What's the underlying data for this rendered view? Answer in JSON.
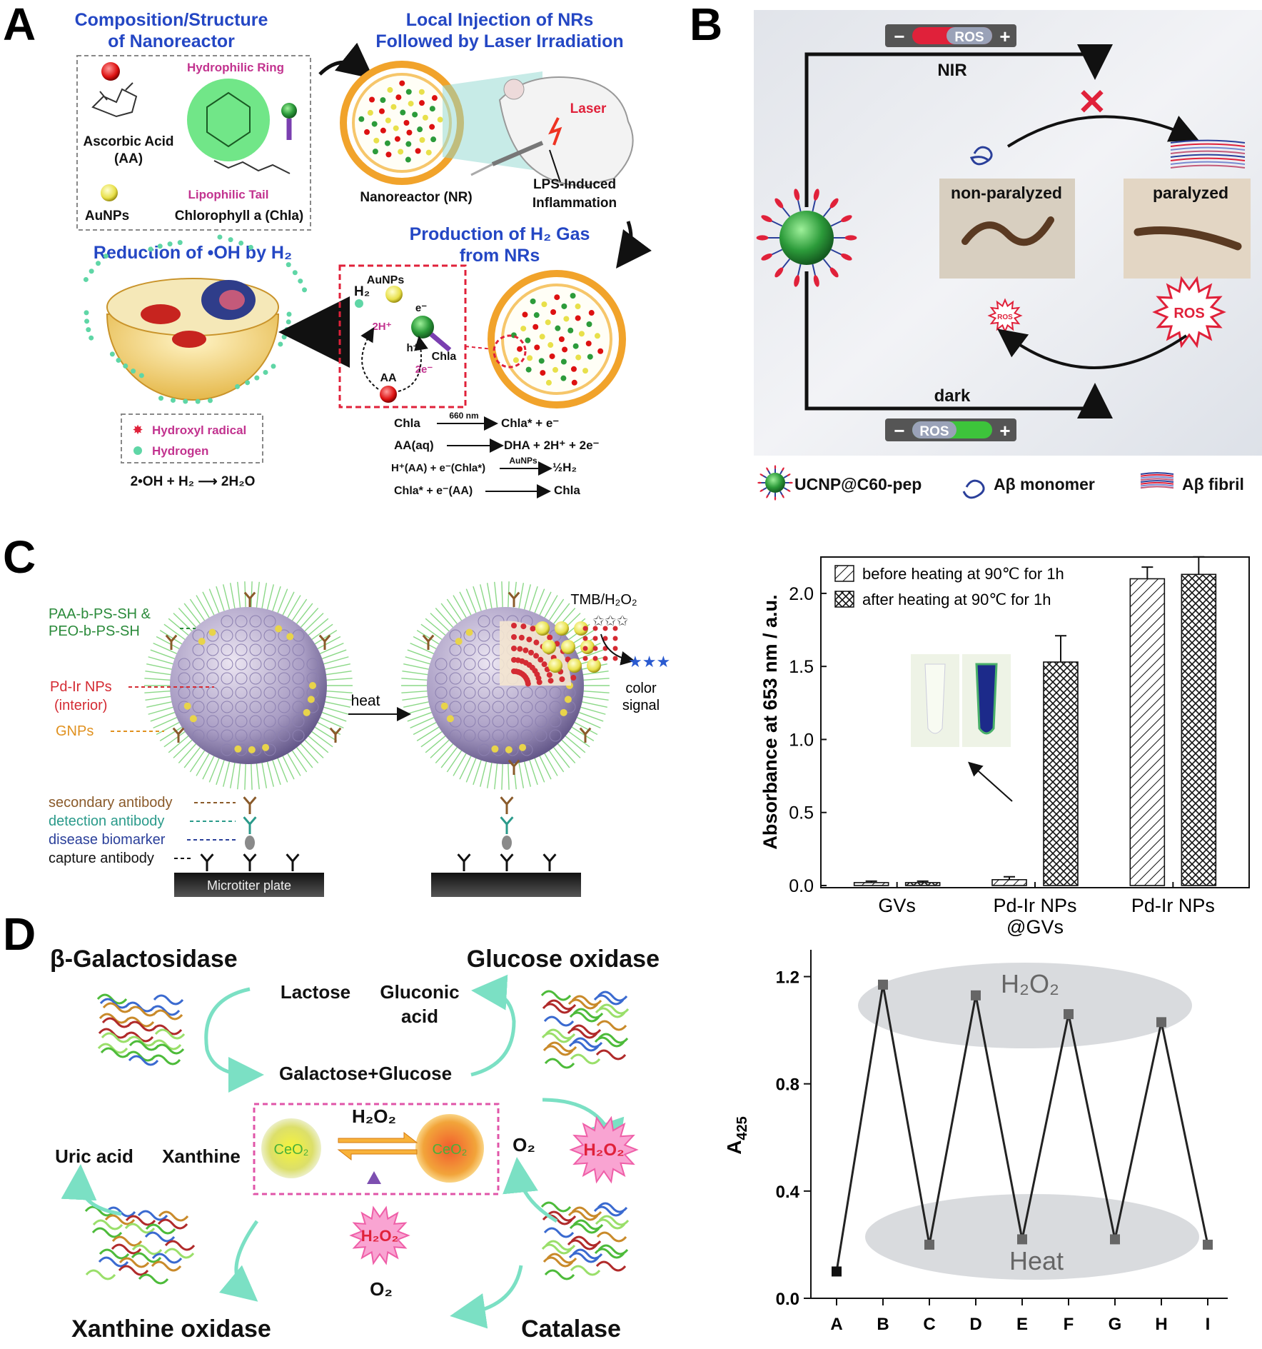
{
  "panel_letters": {
    "a": "A",
    "b": "B",
    "c": "C",
    "d": "D"
  },
  "panelA": {
    "composition_title_1": "Composition/Structure",
    "composition_title_2": "of Nanoreactor",
    "injection_title_1": "Local Injection of NRs",
    "injection_title_2": "Followed by Laser Irradiation",
    "hydrophilic_ring": "Hydrophilic Ring",
    "ascorbic_acid_1": "Ascorbic Acid",
    "ascorbic_acid_2": "(AA)",
    "lipophilic_tail": "Lipophilic Tail",
    "aunps": "AuNPs",
    "chlorophyll": "Chlorophyll a (Chla)",
    "laser": "Laser",
    "nanoreactor": "Nanoreactor (NR)",
    "lps_1": "LPS-Induced",
    "lps_2": "Inflammation",
    "production_1": "Production of H₂ Gas",
    "production_2": "from NRs",
    "reduction": "Reduction of •OH by H₂",
    "inset_aunps": "AuNPs",
    "inset_h2": "H₂",
    "inset_2h": "2H⁺",
    "inset_e": "e⁻",
    "inset_h": "h⁺",
    "inset_chla": "Chla",
    "inset_2e": "2e⁻",
    "inset_aa": "AA",
    "legend_hydroxyl": "Hydroxyl radical",
    "legend_hydrogen": "Hydrogen",
    "eq_oh": "2•OH + H₂ ⟶ 2H₂O",
    "eq1_left": "Chla",
    "eq1_over": "660 nm",
    "eq1_right": "Chla* + e⁻",
    "eq2_left": "AA(aq)",
    "eq2_right": "DHA + 2H⁺ + 2e⁻",
    "eq3_left": "H⁺(AA) + e⁻(Chla*)",
    "eq3_over": "AuNPs",
    "eq3_right": "½H₂",
    "eq4_left": "Chla* + e⁻(AA)",
    "eq4_right": "Chla"
  },
  "panelB": {
    "ros_top": "ROS",
    "ros_bottom": "ROS",
    "minus": "−",
    "plus": "+",
    "nir": "NIR",
    "dark": "dark",
    "non_paralyzed": "non-paralyzed",
    "paralyzed": "paralyzed",
    "ros_burst_big": "ROS",
    "ros_burst_small": "ROS",
    "legend_ucnp": "UCNP@C60-pep",
    "legend_monomer": "Aβ monomer",
    "legend_fibril": "Aβ fibril",
    "colors": {
      "bg": "#e6e9ee",
      "red_bar": "#e0213a",
      "green_bar": "#3dc43b",
      "sphere": "#2c9b3a"
    }
  },
  "panelC": {
    "label_paa_1": "PAA-b-PS-SH &",
    "label_paa_2": "PEO-b-PS-SH",
    "label_pdir_1": "Pd-Ir NPs",
    "label_pdir_2": "(interior)",
    "label_gnps": "GNPs",
    "label_secondary": "secondary antibody",
    "label_detection": "detection antibody",
    "label_biomarker": "disease biomarker",
    "label_capture": "capture antibody",
    "microtiter": "Microtiter plate",
    "heat": "heat",
    "tmb": "TMB/H₂O₂",
    "color_1": "color",
    "color_2": "signal"
  },
  "panelD": {
    "beta_gal": "β-Galactosidase",
    "glucose_ox": "Glucose oxidase",
    "lactose": "Lactose",
    "gluconic_1": "Gluconic",
    "gluconic_2": "acid",
    "galactose": "Galactose+Glucose",
    "h2o2_center": "H₂O₂",
    "ceo2_left": "CeO₂",
    "ceo2_right": "CeO₂",
    "o2_right": "O₂",
    "h2o2_burst_right": "H₂O₂",
    "uric": "Uric acid",
    "xanthine": "Xanthine",
    "h2o2_burst_bottom": "H₂O₂",
    "o2_bottom": "O₂",
    "xanthine_ox": "Xanthine oxidase",
    "catalase": "Catalase"
  },
  "chart_data": [
    {
      "type": "bar",
      "categories": [
        "GVs",
        "Pd-Ir NPs\n@GVs",
        "Pd-Ir NPs"
      ],
      "category_lines": [
        [
          "GVs"
        ],
        [
          "Pd-Ir NPs",
          "@GVs"
        ],
        [
          "Pd-Ir NPs"
        ]
      ],
      "series": [
        {
          "name": "before heating at 90℃ for 1h",
          "values": [
            0.02,
            0.04,
            2.1
          ],
          "errors": [
            0.01,
            0.02,
            0.08
          ]
        },
        {
          "name": "after heating at 90℃ for 1h",
          "values": [
            0.02,
            1.53,
            2.13
          ],
          "errors": [
            0.01,
            0.18,
            0.12
          ]
        }
      ],
      "title": "",
      "xlabel": "",
      "ylabel": "Absorbance at 653 nm / a.u.",
      "ylim": [
        0,
        2.2
      ],
      "yticks": [
        "0.0",
        "0.5",
        "1.0",
        "1.5",
        "2.0"
      ],
      "grid": false,
      "legend": "top-left"
    },
    {
      "type": "line",
      "x": [
        "A",
        "B",
        "C",
        "D",
        "E",
        "F",
        "G",
        "H",
        "I"
      ],
      "values": [
        0.1,
        1.17,
        0.2,
        1.13,
        0.22,
        1.06,
        0.22,
        1.03,
        0.2
      ],
      "title": "",
      "xlabel": "",
      "ylabel": "A425",
      "ylabel_main": "A",
      "ylabel_sub": "425",
      "ylim": [
        0,
        1.3
      ],
      "yticks": [
        "0.0",
        "0.4",
        "0.8",
        "1.2"
      ],
      "annotations": [
        "H₂O₂",
        "Heat"
      ],
      "grid": false
    }
  ]
}
